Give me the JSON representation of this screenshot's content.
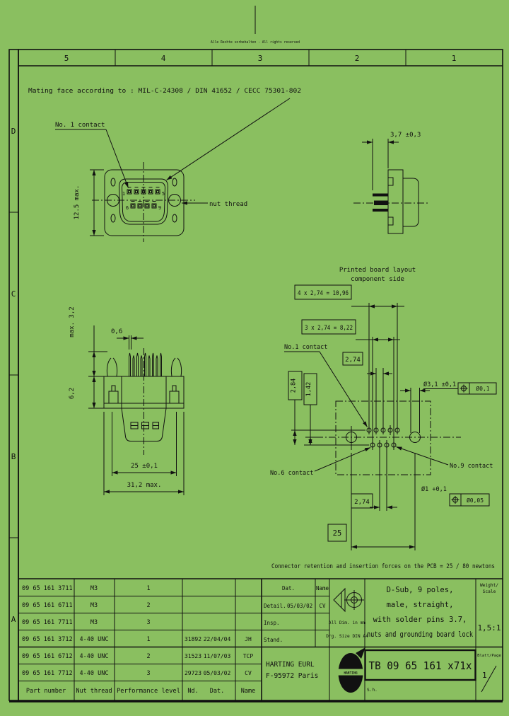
{
  "meta": {
    "copyright": "Alle Rechte vorbehalten - All rights reserved"
  },
  "frame": {
    "columns": [
      "5",
      "4",
      "3",
      "2",
      "1"
    ],
    "rows": [
      "D",
      "C",
      "B",
      "A"
    ]
  },
  "notes": {
    "mating_face": "Mating face according to : MIL-C-24308 / DIN 41652 / CECC 75301-802",
    "retention": "Connector retention and insertion forces on the PCB = 25 / 80 newtons"
  },
  "front_view": {
    "no1_label": "No. 1 contact",
    "nut_thread_label": "nut thread",
    "height_dim": "12.5 max.",
    "pin_numbers": {
      "p1": "1",
      "p5": "5",
      "p6": "6",
      "p9": "9"
    }
  },
  "side_view": {
    "pin_length_dim": "3,7 ±0,3"
  },
  "rear_view": {
    "pin_width_dim": "0,6",
    "pin_height_dim": "max. 3,2",
    "body_height_dim": "6,2",
    "lock_span_dim": "25 ±0,1",
    "total_width_dim": "31,2 max."
  },
  "pcb_layout": {
    "title_line1": "Printed board layout",
    "title_line2": "component side",
    "row_span_dim": "4 x 2,74 = 10,96",
    "bottom_span_dim": "3 x 2,74 = 8,22",
    "pitch_dim_top": "2,74",
    "pitch_dim_bottom": "2,74",
    "row_spacing_dim": "2,84",
    "row_offset_dim": "1,42",
    "mount_hole_dim": "Ø3,1 ±0,1",
    "mount_hole_tolerance": "Ø0,1",
    "pin_hole_dim": "Ø1 +0,1",
    "pin_hole_tolerance": "Ø0,05",
    "mount_span_dim": "25",
    "no1_label": "No.1 contact",
    "no6_label": "No.6 contact",
    "no9_label": "No.9 contact"
  },
  "title_block": {
    "parts_table": {
      "footer": {
        "part": "Part number",
        "thread": "Nut thread",
        "level": "Performance level",
        "nd": "Nd.",
        "dat": "Dat.",
        "name": "Name"
      },
      "rows": [
        {
          "part": "09 65 161 3711",
          "thread": "M3",
          "level": "1",
          "nd": "",
          "dat": "",
          "name": ""
        },
        {
          "part": "09 65 161 6711",
          "thread": "M3",
          "level": "2",
          "nd": "",
          "dat": "",
          "name": ""
        },
        {
          "part": "09 65 161 7711",
          "thread": "M3",
          "level": "3",
          "nd": "",
          "dat": "",
          "name": ""
        },
        {
          "part": "09 65 161 3712",
          "thread": "4-40 UNC",
          "level": "1",
          "nd": "31892",
          "dat": "22/04/04",
          "name": "JH"
        },
        {
          "part": "09 65 161 6712",
          "thread": "4-40 UNC",
          "level": "2",
          "nd": "31523",
          "dat": "11/07/03",
          "name": "TCP"
        },
        {
          "part": "09 65 161 7712",
          "thread": "4-40 UNC",
          "level": "3",
          "nd": "29723",
          "dat": "05/03/02",
          "name": "CV"
        }
      ]
    },
    "approval": {
      "dat_header": "Dat.",
      "name_header": "Name",
      "drawn_label": "Detail.",
      "drawn_date": "05/03/02",
      "drawn_name": "CV",
      "insp_label": "Insp.",
      "stand_label": "Stand."
    },
    "projection": {
      "dims_note": "All Dim. in mm",
      "size_note": "Drg. Size DIN A4"
    },
    "title_lines": [
      "D-Sub, 9 poles,",
      "male, straight,",
      "with solder pins 3.7,",
      "nuts and grounding board lock"
    ],
    "weight_scale": {
      "label_line1": "Weight/",
      "label_line2": "Scale",
      "value": "1,5:1"
    },
    "company": {
      "name": "HARTING EURL",
      "address": "F-95972 Paris"
    },
    "logo_text": "HARTING",
    "drawing_number": "TB 09 65 161 x71x",
    "sheet_note": "S.h.",
    "page": {
      "label": "Blatt/Page",
      "value": "1"
    }
  },
  "colors": {
    "background": "#8abf60",
    "line": "#111111"
  }
}
